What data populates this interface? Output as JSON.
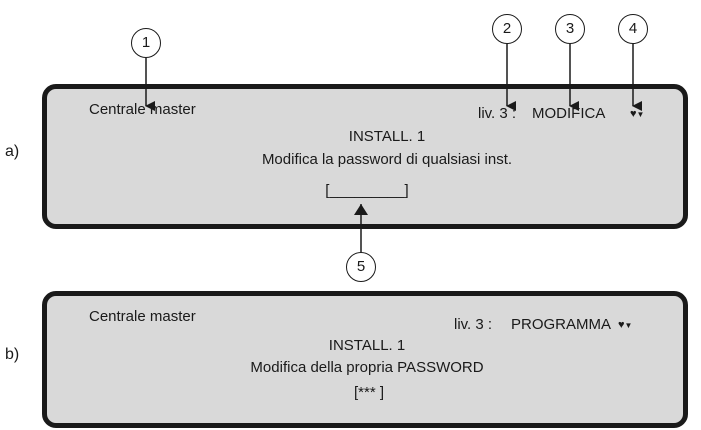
{
  "panel_a": {
    "label": "a)",
    "top_left": "Centrale master",
    "level_text": "liv. 3 :",
    "mode_text": "MODIFICA",
    "line1": "INSTALL. 1",
    "line2": "Modifica la password di qualsiasi inst.",
    "field": "[_________]",
    "indicator": "heart-down-icon"
  },
  "panel_b": {
    "label": "b)",
    "top_left": "Centrale master",
    "level_text": "liv. 3 :",
    "mode_text": "PROGRAMMA",
    "line1": "INSTALL. 1",
    "line2": "Modifica della propria PASSWORD",
    "field": "[***  ]",
    "indicator": "heart-down-icon"
  },
  "callouts": [
    "1",
    "2",
    "3",
    "4",
    "5"
  ],
  "colors": {
    "screen_fill": "#d9d9d9",
    "ink": "#1a1a1a"
  }
}
